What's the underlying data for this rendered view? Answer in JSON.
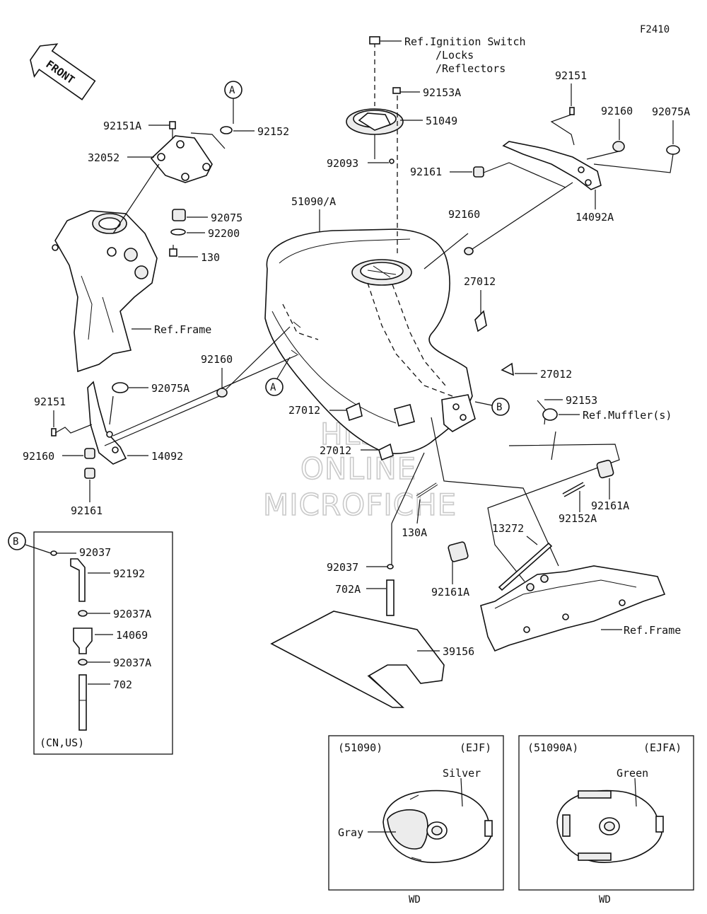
{
  "figure_code": "F2410",
  "front_label": "FRONT",
  "watermark": [
    "HLSM",
    "ONLINE",
    "MICROFICHE"
  ],
  "callouts": {
    "A": "A",
    "B": "B"
  },
  "parts": {
    "p1": "Ref.Ignition Switch",
    "p1b": "/Locks",
    "p1c": "/Reflectors",
    "p2": "92153A",
    "p3": "51049",
    "p4": "92093",
    "p5": "51090/A",
    "p6": "92151",
    "p7": "92160",
    "p8": "92075A",
    "p9": "92161",
    "p10": "14092A",
    "p11": "92160",
    "p12": "27012",
    "p13": "27012",
    "p14": "92153",
    "p15": "Ref.Muffler(s)",
    "p16": "92161A",
    "p17": "92152A",
    "p18": "13272",
    "p19": "92161A",
    "p20": "Ref.Frame",
    "p21": "130A",
    "p22": "92037",
    "p23": "702A",
    "p24": "39156",
    "p25": "27012",
    "p26": "27012",
    "p27": "92151A",
    "p28": "92152",
    "p29": "32052",
    "p30": "92075",
    "p31": "92200",
    "p32": "130",
    "p33": "Ref.Frame",
    "p34": "92160",
    "p35": "92151",
    "p36": "92075A",
    "p37": "92160",
    "p38": "14092",
    "p39": "92161"
  },
  "inset_b": {
    "labels": [
      "92037",
      "92192",
      "92037A",
      "14069",
      "92037A",
      "702"
    ],
    "note": "(CN,US)"
  },
  "variants": [
    {
      "part_no": "(51090)",
      "code": "(EJF)",
      "color_main": "Silver",
      "color_second": "Gray",
      "footer": "WD"
    },
    {
      "part_no": "(51090A)",
      "code": "(EJFA)",
      "color_main": "Green",
      "footer": "WD"
    }
  ]
}
